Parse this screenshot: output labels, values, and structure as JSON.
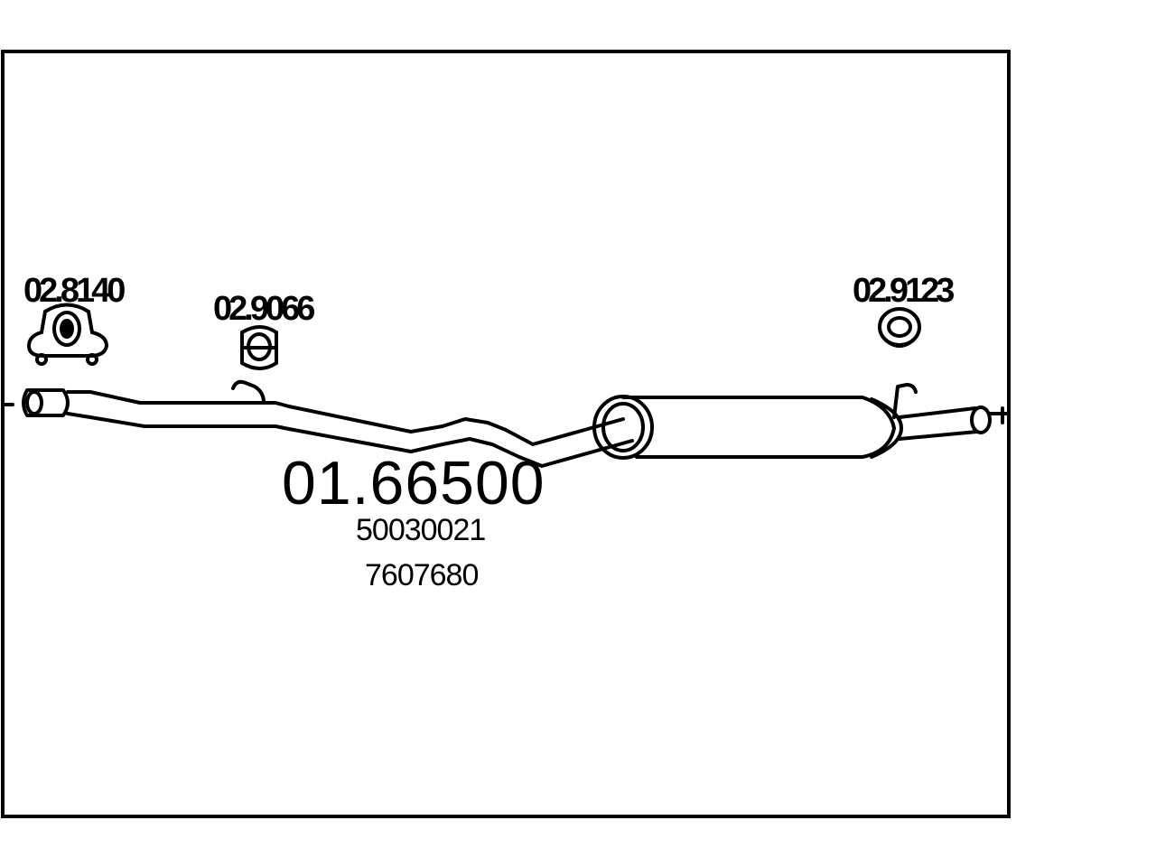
{
  "diagram": {
    "main_part_number": "01.66500",
    "reference_numbers": [
      "50030021",
      "7607680"
    ],
    "components": [
      {
        "label": "02.8140",
        "icon": "exhaust-clamp-icon"
      },
      {
        "label": "02.9066",
        "icon": "rubber-mount-icon"
      },
      {
        "label": "02.9123",
        "icon": "rubber-ring-icon"
      }
    ],
    "colors": {
      "line": "#000000",
      "background": "#ffffff"
    }
  }
}
